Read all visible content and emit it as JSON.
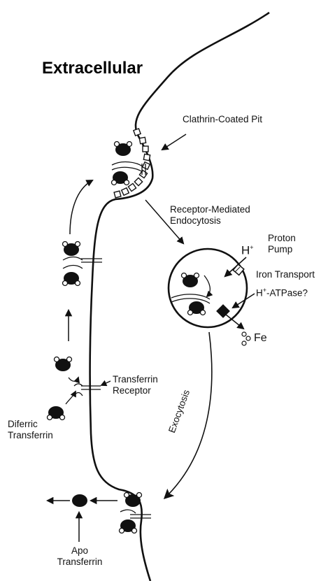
{
  "title": "Extracellular",
  "labels": {
    "clathrin_pit": "Clathrin-Coated Pit",
    "endocytosis_line1": "Receptor-Mediated",
    "endocytosis_line2": "Endocytosis",
    "h_plus": "H",
    "h_plus_sup": "+",
    "proton_line1": "Proton",
    "proton_line2": "Pump",
    "iron_transport": "Iron Transport",
    "atpase_prefix": "H",
    "atpase_sup": "+",
    "atpase_suffix": "-ATPase?",
    "fe": "Fe",
    "receptor_line1": "Transferrin",
    "receptor_line2": "Receptor",
    "diferric_line1": "Diferric",
    "diferric_line2": "Transferrin",
    "exocytosis": "Exocytosis",
    "apo_line1": "Apo",
    "apo_line2": "Transferrin"
  },
  "colors": {
    "ink": "#111111",
    "background": "#ffffff"
  }
}
